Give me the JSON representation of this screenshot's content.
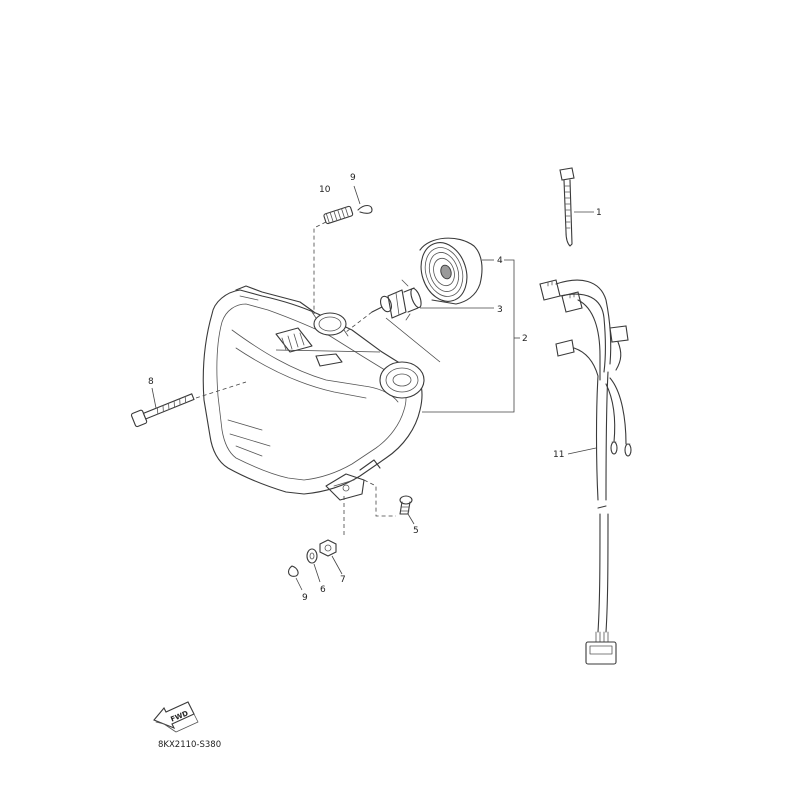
{
  "diagram": {
    "reference_code": "8KX2110-S380",
    "direction_label": "FWD",
    "callouts": {
      "c1": "1",
      "c2": "2",
      "c3": "3",
      "c4": "4",
      "c5": "5",
      "c6": "6",
      "c7": "7",
      "c8": "8",
      "c9_top": "9",
      "c9_bottom": "9",
      "c10": "10",
      "c11": "11"
    },
    "colors": {
      "line": "#3a3a3a",
      "background": "#ffffff"
    }
  }
}
